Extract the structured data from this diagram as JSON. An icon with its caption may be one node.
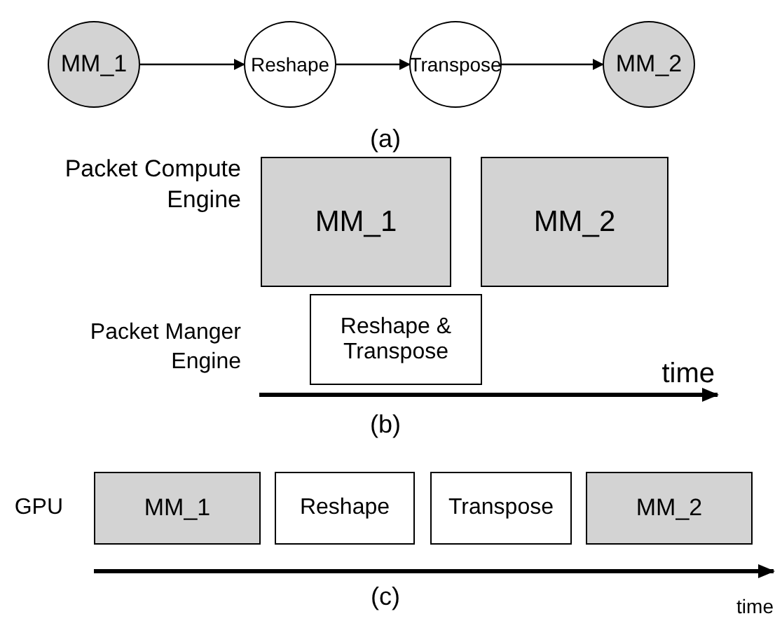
{
  "diagram": {
    "nodes": [
      {
        "text": [
          "MM_1"
        ]
      },
      {
        "text": [
          "Reshape"
        ]
      },
      {
        "text": [
          "Transpose"
        ]
      },
      {
        "text": [
          "MM_2"
        ]
      },
      {
        "text": [
          "MM_1"
        ]
      },
      {
        "text": [
          "MM_2"
        ]
      },
      {
        "text": [
          "Reshape & Transpose"
        ]
      },
      {
        "text": [
          "MM_1"
        ]
      },
      {
        "text": [
          "Reshape"
        ]
      },
      {
        "text": [
          "Transpose"
        ]
      },
      {
        "text": [
          "MM_2"
        ]
      }
    ],
    "edges": [
      {
        "from": 0,
        "to": 1,
        "arrow": "to"
      },
      {
        "from": 1,
        "to": 2,
        "arrow": "to"
      },
      {
        "from": 2,
        "to": 3,
        "arrow": "to"
      }
    ],
    "labels": [
      "(a)",
      "Packet Compute Engine",
      "Packet Manger Engine",
      "time",
      "(b)",
      "GPU",
      "(c)",
      "time"
    ]
  }
}
